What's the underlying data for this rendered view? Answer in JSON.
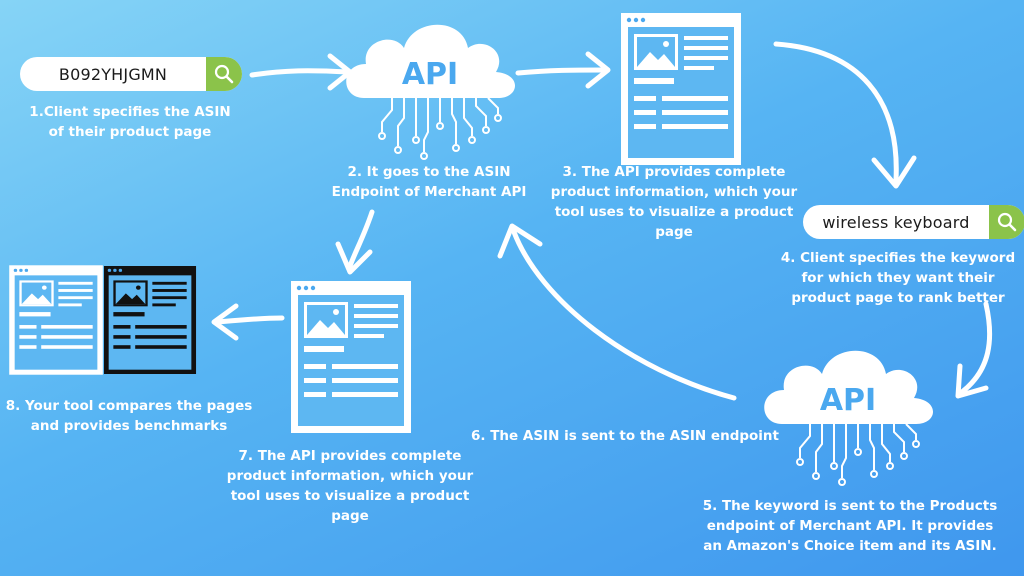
{
  "search_asin": {
    "value": "B092YHJGMN"
  },
  "search_keyword": {
    "value": "wireless keyboard"
  },
  "cloud_label": "API",
  "steps": [
    {
      "n": 1,
      "text": "1.Client specifies the ASIN of their product page"
    },
    {
      "n": 2,
      "text": "2. It goes to the ASIN Endpoint of Merchant API"
    },
    {
      "n": 3,
      "text": "3. The API provides complete product information, which your tool uses to visualize a product page"
    },
    {
      "n": 4,
      "text": "4. Client specifies the keyword for which they want their product page to rank better"
    },
    {
      "n": 5,
      "text": "5. The keyword is sent to the Products endpoint of Merchant API. It provides an Amazon's Choice item and its ASIN."
    },
    {
      "n": 6,
      "text": "6. The ASIN is sent to the ASIN endpoint"
    },
    {
      "n": 7,
      "text": "7. The API provides complete product information, which your tool uses to visualize a product page"
    },
    {
      "n": 8,
      "text": "8. Your tool compares the pages and provides benchmarks"
    }
  ],
  "colors": {
    "search_button": "#8bc34a",
    "page_dark": "#111111",
    "background": "#56b4f3"
  },
  "icons": [
    "search-icon",
    "cloud-api-icon",
    "product-page-icon",
    "comparison-pages-icon"
  ]
}
